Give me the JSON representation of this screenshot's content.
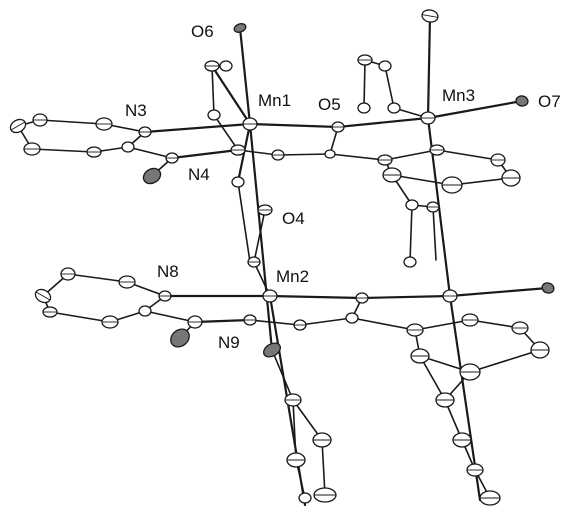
{
  "labels": {
    "o6": "O6",
    "mn1": "Mn1",
    "n3": "N3",
    "o5": "O5",
    "mn3": "Mn3",
    "o7": "O7",
    "n4": "N4",
    "o4": "O4",
    "n8": "N8",
    "mn2": "Mn2",
    "n9": "N9"
  },
  "colors": {
    "bond": "#1a1a1a",
    "atom_fill": "#ffffff",
    "background": "#ffffff"
  }
}
